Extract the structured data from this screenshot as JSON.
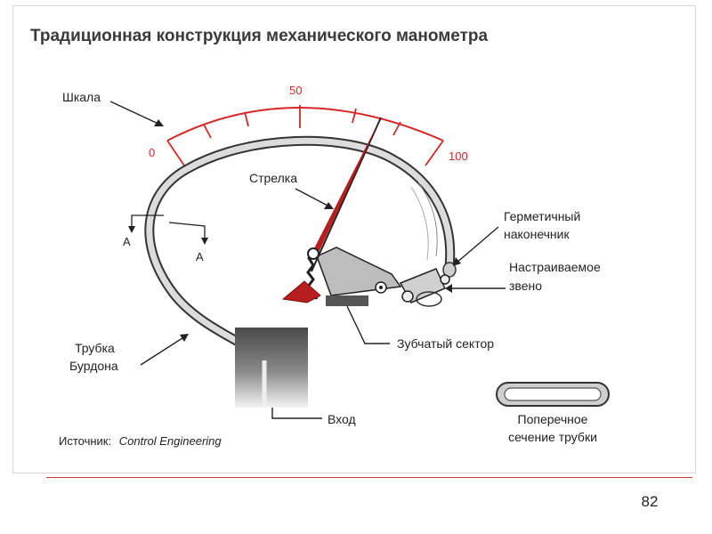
{
  "title": "Традиционная конструкция механического манометра",
  "scale": {
    "label": "Шкала",
    "min_label": "0",
    "mid_label": "50",
    "max_label": "100",
    "color": "#d62828"
  },
  "labels": {
    "pointer": "Стрелка",
    "sealed_tip_line1": "Герметичный",
    "sealed_tip_line2": "наконечник",
    "adjustable_link_line1": "Настраиваемое",
    "adjustable_link_line2": "звено",
    "gear_sector": "Зубчатый сектор",
    "bourdon_line1": "Трубка",
    "bourdon_line2": "Бурдона",
    "inlet": "Вход",
    "section_marker_left": "A",
    "section_marker_right": "A",
    "cross_section_line1": "Поперечное",
    "cross_section_line2": "сечение трубки"
  },
  "source": {
    "prefix": "Источник:",
    "name": "Control Engineering"
  },
  "page_number": "82",
  "colors": {
    "pointer": "#b81e1e",
    "socket": "#5a5a5a",
    "tube": "#d8d8d8",
    "accent_rule": "#c83a3a"
  }
}
